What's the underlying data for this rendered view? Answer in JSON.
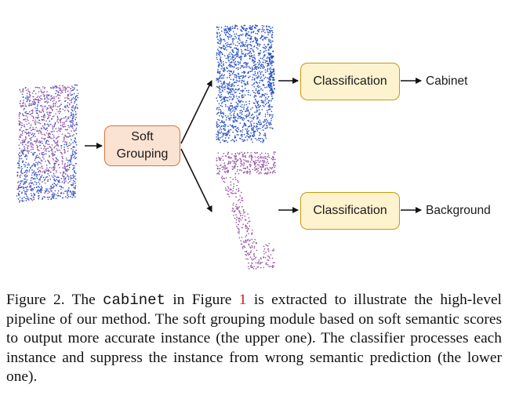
{
  "figure": {
    "soft_grouping": {
      "line1": "Soft",
      "line2": "Grouping"
    },
    "classification_top": "Classification",
    "classification_bottom": "Classification",
    "output_top": "Cabinet",
    "output_bottom": "Background",
    "colors": {
      "soft_fill": "#fbe3d4",
      "soft_border": "#d9733a",
      "cls_fill": "#fef3cf",
      "cls_border": "#c79a0c",
      "points_blue": "#2d55c8",
      "points_purple": "#9a5ca8"
    }
  },
  "caption": {
    "label": "Figure 2.",
    "t1": "The",
    "code": "cabinet",
    "t2": "in Figure",
    "ref": "1",
    "t3": "is extracted to illustrate the high-level pipeline of our method. The soft grouping module based on soft semantic scores to output more accurate instance (the upper one). The classifier processes each instance and suppress the instance from wrong semantic prediction (the lower one)."
  }
}
